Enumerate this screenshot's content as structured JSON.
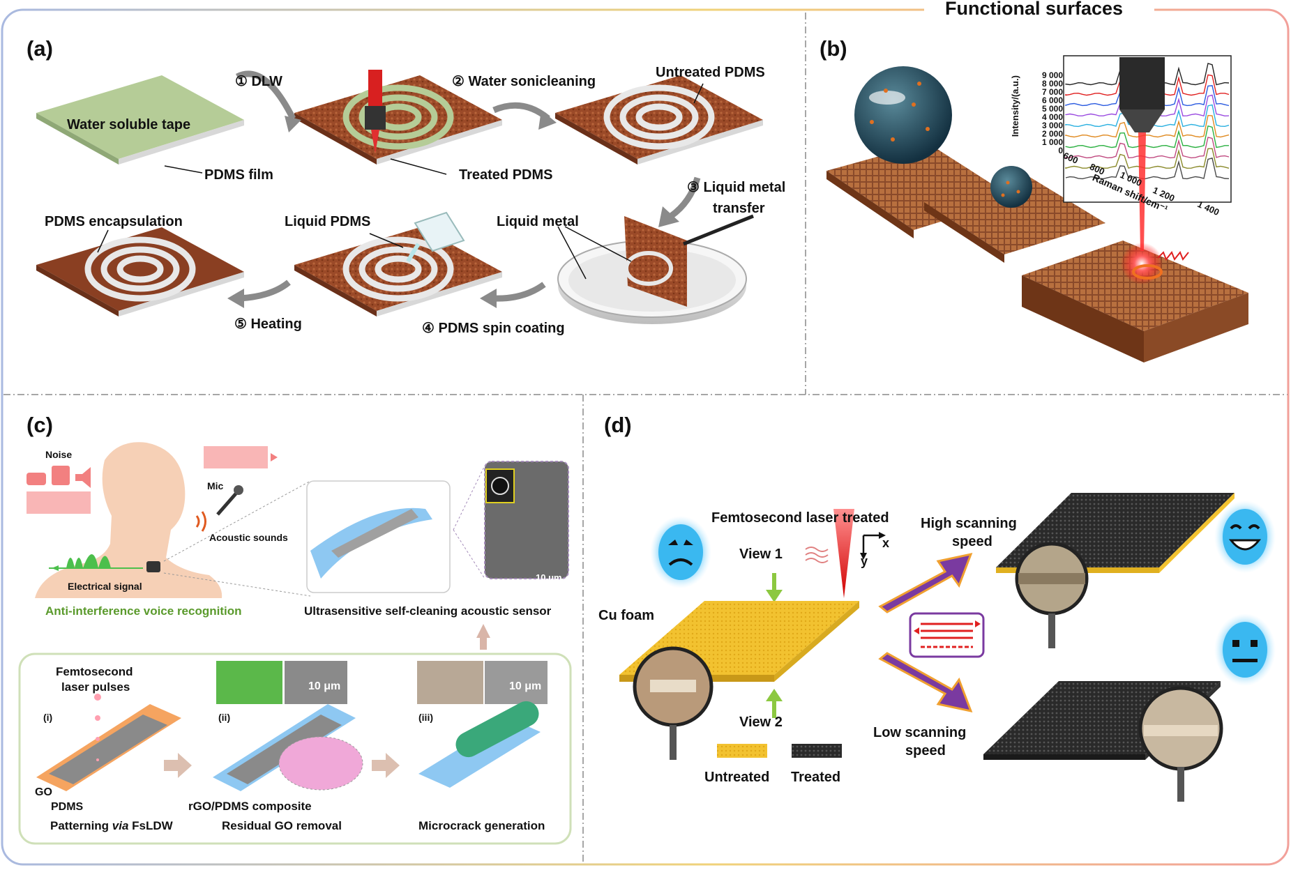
{
  "header": {
    "title": "Functional surfaces"
  },
  "panels": {
    "a": "(a)",
    "b": "(b)",
    "c": "(c)",
    "d": "(d)"
  },
  "panel_a": {
    "water_soluble_tape": "Water soluble tape",
    "pdms_film": "PDMS film",
    "step1": "① DLW",
    "treated_pdms": "Treated PDMS",
    "step2": "② Water sonicleaning",
    "untreated_pdms": "Untreated PDMS",
    "step3_line1": "③ Liquid metal",
    "step3_line2": "transfer",
    "liquid_metal": "Liquid metal",
    "liquid_pdms": "Liquid PDMS",
    "pdms_encapsulation": "PDMS encapsulation",
    "step4": "④ PDMS spin coating",
    "step5": "⑤ Heating"
  },
  "panel_b": {
    "ylabel": "Intensity/(a.u.)",
    "xlabel": "Raman shift/cm⁻¹",
    "yticks": [
      "0",
      "1 000",
      "2 000",
      "3 000",
      "4 000",
      "5 000",
      "6 000",
      "7 000",
      "8 000",
      "9 000"
    ],
    "xticks": [
      "600",
      "800",
      "1 000",
      "1 200",
      "1 400"
    ]
  },
  "panel_c": {
    "noise": "Noise",
    "mic": "Mic",
    "acoustic_sounds": "Acoustic sounds",
    "electrical_signal": "Electrical signal",
    "anti_interference": "Anti-interference voice recognition",
    "sensor_title": "Ultrasensitive self-cleaning acoustic sensor",
    "sem_scale": "10 μm",
    "fs_pulses_line1": "Femtosecond",
    "fs_pulses_line2": "laser pulses",
    "step_i": "(i)",
    "step_ii": "(ii)",
    "step_iii": "(iii)",
    "lotus_scale": "10 μm",
    "spider_scale": "10 μm",
    "go": "GO",
    "pdms": "PDMS",
    "patterning_pre": "Patterning ",
    "patterning_via": "via",
    "patterning_post": " FsLDW",
    "rgo_composite": "rGO/PDMS composite",
    "residual_go": "Residual GO removal",
    "microcrack": "Microcrack generation"
  },
  "panel_d": {
    "fs_treated": "Femtosecond laser treated",
    "view1": "View 1",
    "view2": "View 2",
    "axis_x": "x",
    "axis_y": "y",
    "cu_foam": "Cu foam",
    "high_speed_line1": "High scanning",
    "high_speed_line2": "speed",
    "low_speed_line1": "Low scanning",
    "low_speed_line2": "speed",
    "untreated": "Untreated",
    "treated": "Treated"
  },
  "colors": {
    "copper": "#9a4a2a",
    "tape_green": "#a8c48a",
    "cu_foam_yellow": "#f2c230",
    "laser_red": "#e02020",
    "arrow_purple": "#7a3aa0",
    "emoji_blue": "#3ab8f0",
    "label_green": "#5a9a2c"
  }
}
